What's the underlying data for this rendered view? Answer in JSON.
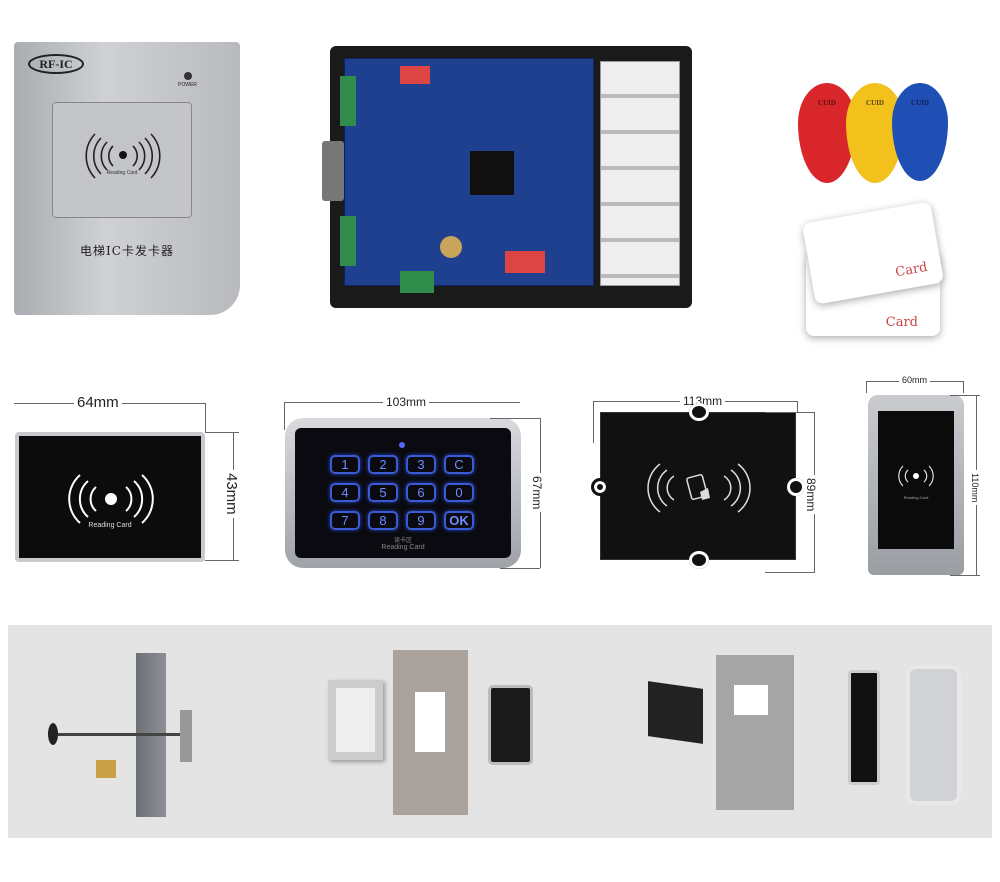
{
  "desktop_reader": {
    "logo": "RF-IC",
    "power_label": "POWER",
    "reading_label": "Reading Card",
    "caption": "电梯IC卡发卡器"
  },
  "keyfobs": {
    "brand": "CUID",
    "colors": [
      "#d8262a",
      "#f2c11c",
      "#1f4fb5"
    ]
  },
  "cards": {
    "label_front": "Card",
    "label_back": "Card"
  },
  "reader_1": {
    "width": "64mm",
    "height": "43mm",
    "reading_label": "Reading Card"
  },
  "keypad_reader": {
    "width": "103mm",
    "height": "67mm",
    "keys": [
      "1",
      "2",
      "3",
      "C",
      "4",
      "5",
      "6",
      "0",
      "7",
      "8",
      "9",
      "OK"
    ],
    "zone_label": "读卡区",
    "reading_label": "Reading Card"
  },
  "panel_reader": {
    "width": "113mm",
    "height": "89mm"
  },
  "slim_reader": {
    "width": "60mm",
    "height": "110mm",
    "reading_label": "Reading Card"
  }
}
